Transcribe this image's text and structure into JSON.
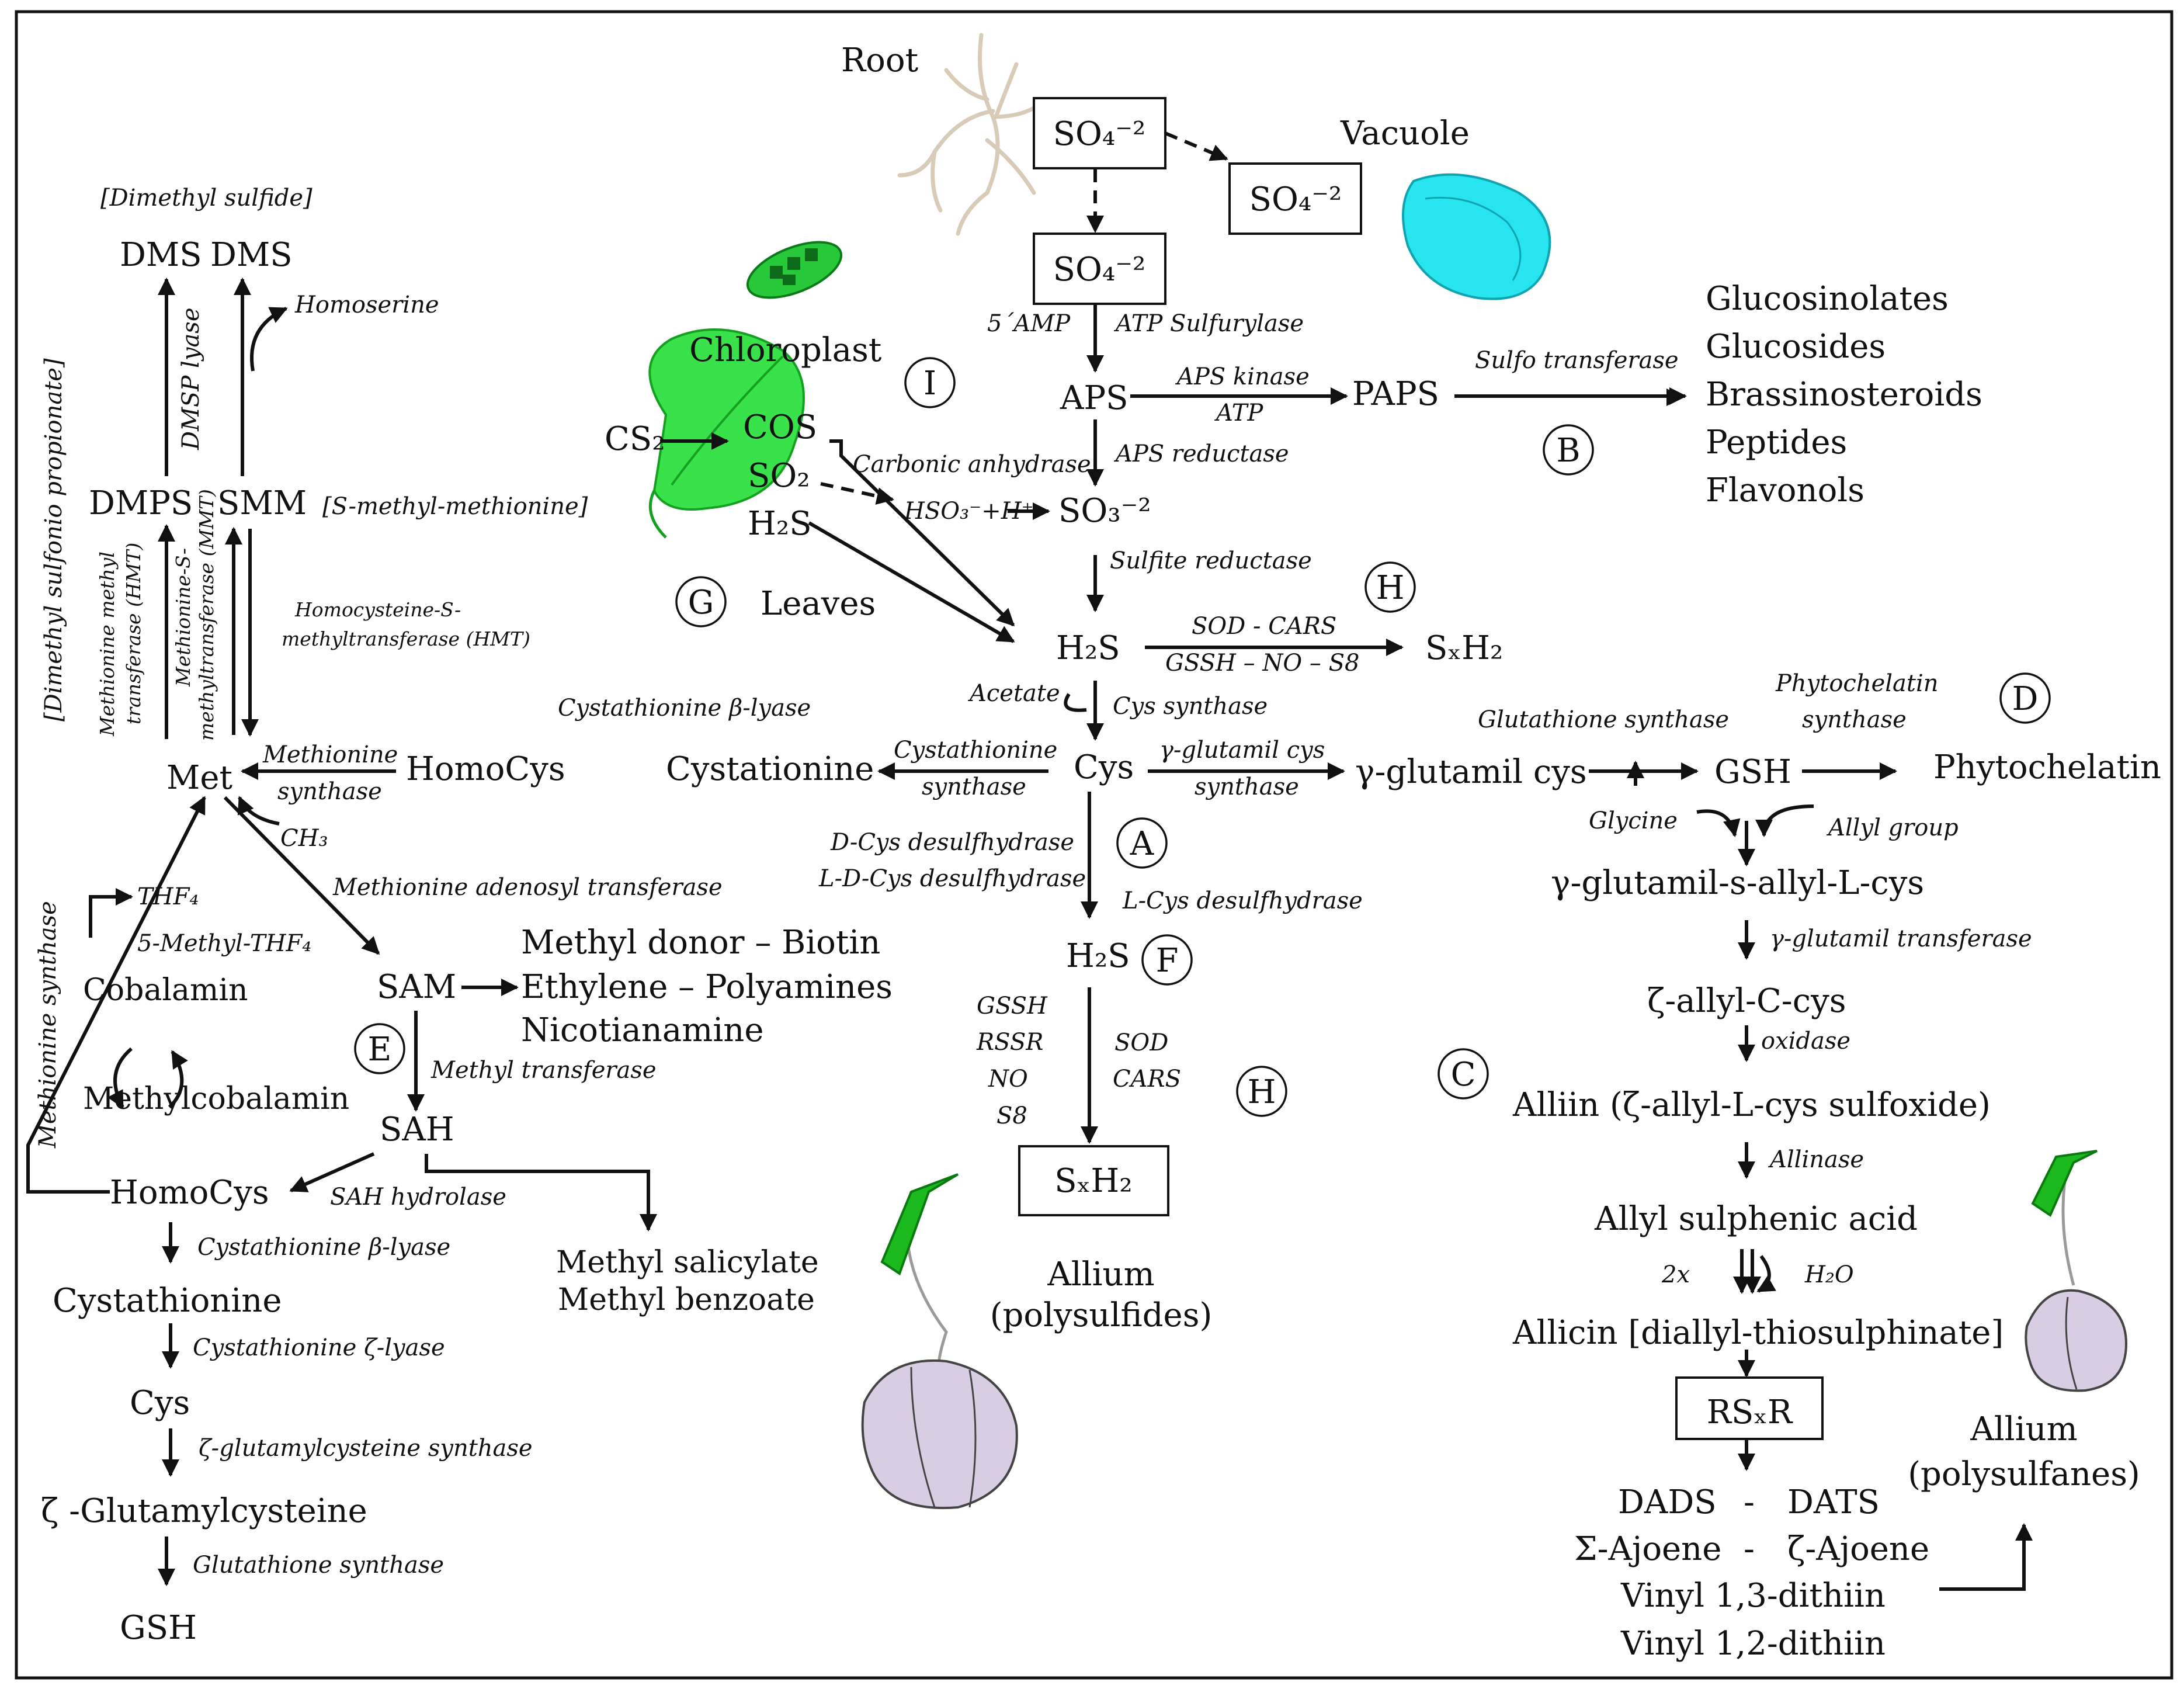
{
  "organs": {
    "root": "Root",
    "vacuole": "Vacuole",
    "chloroplast": "Chloroplast",
    "leaves": "Leaves"
  },
  "circles": {
    "A": "A",
    "B": "B",
    "C": "C",
    "D": "D",
    "E": "E",
    "F": "F",
    "G": "G",
    "H1": "H",
    "H2": "H",
    "I": "I"
  },
  "center": {
    "so4_root": "SO₄⁻²",
    "so4_vac": "SO₄⁻²",
    "so4_mid": "SO₄⁻²",
    "amp": "5´AMP",
    "atp_sulf": "ATP Sulfurylase",
    "aps": "APS",
    "aps_kinase": "APS kinase",
    "atp": "ATP",
    "paps": "PAPS",
    "sulfo": "Sulfo transferase",
    "aps_red": "APS reductase",
    "cs2": "CS₂",
    "cos": "COS",
    "so2": "SO₂",
    "h2s_leaf": "H₂S",
    "carb": "Carbonic anhydrase",
    "hso3": "HSO₃⁻+H⁺",
    "so3": "SO₃⁻²",
    "sulfite_red": "Sulfite reductase",
    "h2s": "H₂S",
    "sod_cars": "SOD - CARS",
    "gssh_no": "GSSH – NO – S8",
    "sxh2_top": "SₓH₂",
    "acetate": "Acetate",
    "cys_synth": "Cys synthase",
    "cys": "Cys",
    "cysta_synth_1": "Cystathionine",
    "cysta_synth_2": "synthase",
    "cystationine": "Cystationine",
    "gglu_cys_1": "γ-glutamil cys",
    "gglu_cys_2": "synthase",
    "dcys_1": "D-Cys desulfhydrase",
    "dcys_2": "L-D-Cys desulfhydrase",
    "lcys": "L-Cys desulfhydrase",
    "h2s_low": "H₂S",
    "gssh": "GSSH",
    "rssr": "RSSR",
    "no": "NO",
    "s8": "S8",
    "sod": "SOD",
    "cars": "CARS",
    "sxh2_box": "SₓH₂",
    "allium1": "Allium",
    "allium1b": "(polysulfides)"
  },
  "products": [
    "Glucosinolates",
    "Glucosides",
    "Brassinosteroids",
    "Peptides",
    "Flavonols"
  ],
  "left": {
    "dms_label": "[Dimethyl sulfide]",
    "dms1": "DMS",
    "dms2": "DMS",
    "homoserine": "Homoserine",
    "dmsp_lyase": "DMSP lyase",
    "dmsp_full": "[Dimethyl sulfonio propionate]",
    "dmps": "DMPS",
    "smm": "SMM",
    "smm_full": "[S-methyl-methionine]",
    "hmt_a1": "Methionine methyl",
    "hmt_a2": "transferase (HMT)",
    "mmt_1": "Methionine-S-",
    "mmt_2": "methyltransferase (MMT)",
    "hcys_hmt_1": "Homocysteine-S-",
    "hcys_hmt_2": "methyltransferase (HMT)",
    "cysta_lyase": "Cystathionine β-lyase",
    "met": "Met",
    "met_synth_1": "Methionine",
    "met_synth_2": "synthase",
    "homocys_top": "HomoCys",
    "ch3": "CH₃",
    "adenosyl": "Methionine adenosyl transferase",
    "thf4": "THF₄",
    "methyl_thf4": "5-Methyl-THF₄",
    "cobalamin": "Cobalamin",
    "methylcobalamin": "Methylcobalamin",
    "met_synth_v": "Methionine synthase",
    "sam": "SAM",
    "sam_p1": "Methyl donor – Biotin",
    "sam_p2": "Ethylene – Polyamines",
    "sam_p3": "Nicotianamine",
    "methyl_trans": "Methyl transferase",
    "sah": "SAH",
    "sah_hyd": "SAH hydrolase",
    "homocys_low": "HomoCys",
    "msal": "Methyl salicylate",
    "mben": "Methyl benzoate",
    "cb_lyase2": "Cystathionine β-lyase",
    "cystathionine": "Cystathionine",
    "cz_lyase": "Cystathionine ζ-lyase",
    "cys2": "Cys",
    "zg_synth": "ζ-glutamylcysteine synthase",
    "zglu": "ζ -Glutamylcysteine",
    "glu_synth": "Glutathione synthase",
    "gsh2": "GSH"
  },
  "right": {
    "glut_synth": "Glutathione synthase",
    "phyto_synth_1": "Phytochelatin",
    "phyto_synth_2": "synthase",
    "gglu": "γ-glutamil cys",
    "gsh": "GSH",
    "phytochelatin": "Phytochelatin",
    "glycine": "Glycine",
    "allyl": "Allyl group",
    "gsac": "γ-glutamil-s-allyl-L-cys",
    "gglu_trans": "γ-glutamil transferase",
    "zallyl": "ζ-allyl-C-cys",
    "oxidase": "oxidase",
    "alliin": "Alliin (ζ-allyl-L-cys sulfoxide)",
    "allinase": "Allinase",
    "allyl_sulph": "Allyl sulphenic acid",
    "twox": "2x",
    "h2o": "H₂O",
    "allicin": "Allicin [diallyl-thiosulphinate]",
    "rsxr": "RSₓR",
    "dads": "DADS",
    "dash1": "-",
    "dats": "DATS",
    "sajo": "Σ-Ajoene",
    "dash2": "-",
    "zajo": "ζ-Ajoene",
    "v13": "Vinyl 1,3-dithiin",
    "v12": "Vinyl 1,2-dithiin",
    "allium2": "Allium",
    "allium2b": "(polysulfanes)"
  }
}
